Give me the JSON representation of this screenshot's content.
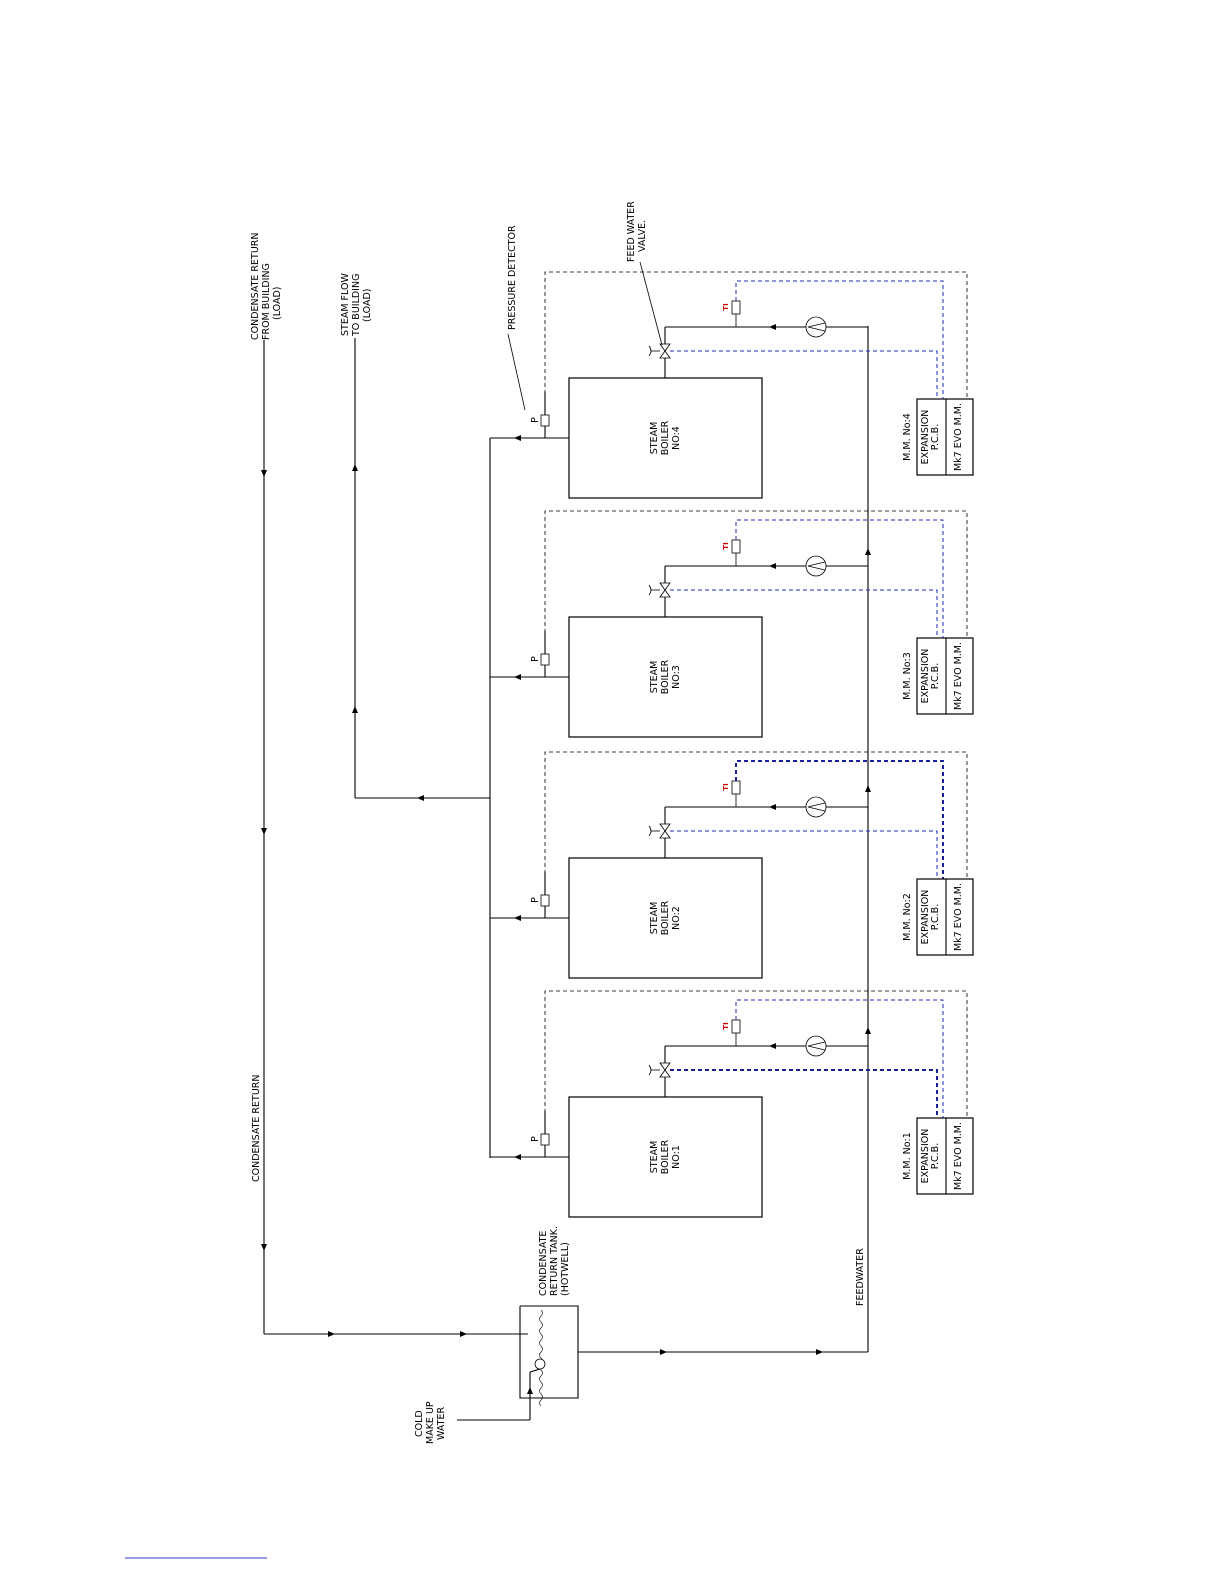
{
  "labels": {
    "condensate_return_from_building": [
      "CONDENSATE RETURN",
      "FROM BUILDING",
      "(LOAD)"
    ],
    "steam_flow_to_building": [
      "STEAM FLOW",
      "TO BUILDING",
      "(LOAD)"
    ],
    "pressure_detector": "PRESSURE DETECTOR",
    "feed_water_valve": [
      "FEED WATER",
      "VALVE."
    ],
    "condensate_return": "CONDENSATE RETURN",
    "condensate_return_tank": [
      "CONDENSATE",
      "RETURN TANK.",
      "(HOTWELL)"
    ],
    "cold_make_up_water": [
      "COLD",
      "MAKE UP",
      "WATER"
    ],
    "feedwater": "FEEDWATER",
    "pressure_tag": "P",
    "temp_tag": "TI"
  },
  "boilers": [
    {
      "label": [
        "STEAM",
        "BOILER",
        "NO:1"
      ],
      "mm_label": "M.M. No:1",
      "expansion": [
        "EXPANSION",
        "P.C.B."
      ],
      "mk7": "Mk7 EVO M.M."
    },
    {
      "label": [
        "STEAM",
        "BOILER",
        "NO:2"
      ],
      "mm_label": "M.M. No:2",
      "expansion": [
        "EXPANSION",
        "P.C.B."
      ],
      "mk7": "Mk7 EVO M.M."
    },
    {
      "label": [
        "STEAM",
        "BOILER",
        "NO:3"
      ],
      "mm_label": "M.M. No:3",
      "expansion": [
        "EXPANSION",
        "P.C.B."
      ],
      "mk7": "Mk7 EVO M.M."
    },
    {
      "label": [
        "STEAM",
        "BOILER",
        "NO:4"
      ],
      "mm_label": "M.M. No:4",
      "expansion": [
        "EXPANSION",
        "P.C.B."
      ],
      "mk7": "Mk7 EVO M.M."
    }
  ],
  "colors": {
    "pipe": "#000000",
    "signal": "#1f2bb5",
    "temp_tag": "#d40000"
  }
}
